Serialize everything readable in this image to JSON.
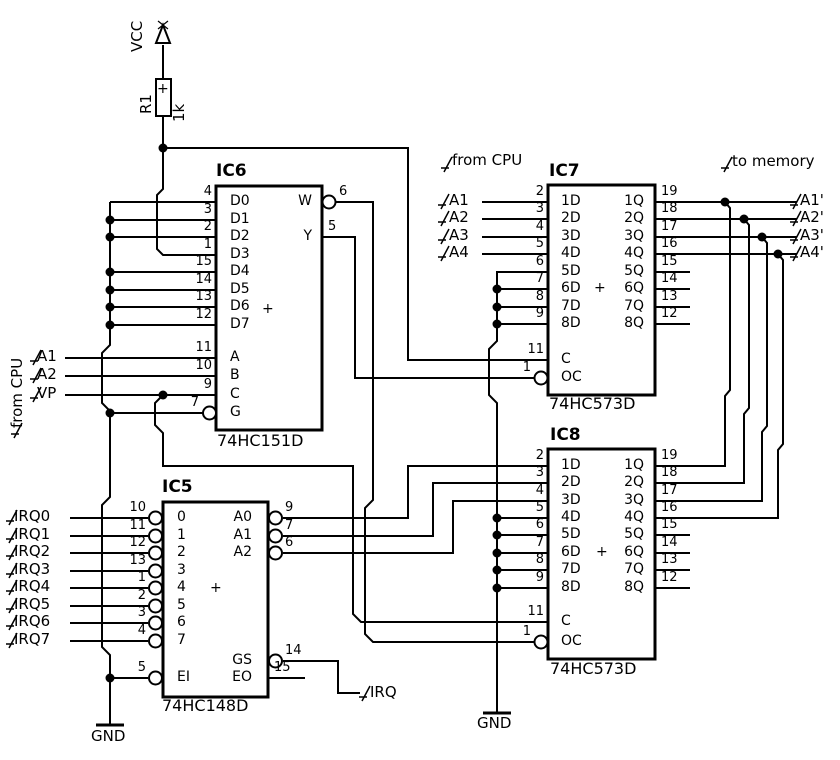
{
  "page": {
    "background": "#ffffff",
    "ink": "#000000"
  },
  "power": {
    "vcc": "VCC",
    "gnd_left": "GND",
    "gnd_middle": "GND",
    "resistor": {
      "ref": "R1",
      "value": "1k",
      "marker": "+"
    }
  },
  "annotations": {
    "from_cpu_side": "from CPU",
    "from_cpu_top": "from CPU",
    "to_memory": "to memory"
  },
  "nets": {
    "mux_select": [
      "A1",
      "A2",
      "VP"
    ],
    "irq_inputs": [
      "IRQ0",
      "IRQ1",
      "IRQ2",
      "IRQ3",
      "IRQ4",
      "IRQ5",
      "IRQ6",
      "IRQ7"
    ],
    "irq_output": "IRQ",
    "cpu_address": [
      "A1",
      "A2",
      "A3",
      "A4"
    ],
    "memory_address": [
      "A1'",
      "A2'",
      "A3'",
      "A4'"
    ]
  },
  "ics": {
    "ic6": {
      "designator": "IC6",
      "part": "74HC151D",
      "marker": "+",
      "left_pins": [
        {
          "num": "4",
          "name": "D0"
        },
        {
          "num": "3",
          "name": "D1"
        },
        {
          "num": "2",
          "name": "D2"
        },
        {
          "num": "1",
          "name": "D3"
        },
        {
          "num": "15",
          "name": "D4"
        },
        {
          "num": "14",
          "name": "D5"
        },
        {
          "num": "13",
          "name": "D6"
        },
        {
          "num": "12",
          "name": "D7"
        },
        {
          "num": "11",
          "name": "A"
        },
        {
          "num": "10",
          "name": "B"
        },
        {
          "num": "9",
          "name": "C"
        },
        {
          "num": "7",
          "name": "G",
          "inverted": true
        }
      ],
      "right_pins": [
        {
          "num": "6",
          "name": "W",
          "inverted": true
        },
        {
          "num": "5",
          "name": "Y"
        }
      ]
    },
    "ic7": {
      "designator": "IC7",
      "part": "74HC573D",
      "marker": "+",
      "left_pins": [
        {
          "num": "2",
          "name": "1D"
        },
        {
          "num": "3",
          "name": "2D"
        },
        {
          "num": "4",
          "name": "3D"
        },
        {
          "num": "5",
          "name": "4D"
        },
        {
          "num": "6",
          "name": "5D"
        },
        {
          "num": "7",
          "name": "6D"
        },
        {
          "num": "8",
          "name": "7D"
        },
        {
          "num": "9",
          "name": "8D"
        },
        {
          "num": "11",
          "name": "C"
        },
        {
          "num": "1",
          "name": "OC",
          "inverted": true
        }
      ],
      "right_pins": [
        {
          "num": "19",
          "name": "1Q"
        },
        {
          "num": "18",
          "name": "2Q"
        },
        {
          "num": "17",
          "name": "3Q"
        },
        {
          "num": "16",
          "name": "4Q"
        },
        {
          "num": "15",
          "name": "5Q"
        },
        {
          "num": "14",
          "name": "6Q"
        },
        {
          "num": "13",
          "name": "7Q"
        },
        {
          "num": "12",
          "name": "8Q"
        }
      ]
    },
    "ic8": {
      "designator": "IC8",
      "part": "74HC573D",
      "marker": "+",
      "left_pins": [
        {
          "num": "2",
          "name": "1D"
        },
        {
          "num": "3",
          "name": "2D"
        },
        {
          "num": "4",
          "name": "3D"
        },
        {
          "num": "5",
          "name": "4D"
        },
        {
          "num": "6",
          "name": "5D"
        },
        {
          "num": "7",
          "name": "6D"
        },
        {
          "num": "8",
          "name": "7D"
        },
        {
          "num": "9",
          "name": "8D"
        },
        {
          "num": "11",
          "name": "C"
        },
        {
          "num": "1",
          "name": "OC",
          "inverted": true
        }
      ],
      "right_pins": [
        {
          "num": "19",
          "name": "1Q"
        },
        {
          "num": "18",
          "name": "2Q"
        },
        {
          "num": "17",
          "name": "3Q"
        },
        {
          "num": "16",
          "name": "4Q"
        },
        {
          "num": "15",
          "name": "5Q"
        },
        {
          "num": "14",
          "name": "6Q"
        },
        {
          "num": "13",
          "name": "7Q"
        },
        {
          "num": "12",
          "name": "8Q"
        }
      ]
    },
    "ic5": {
      "designator": "IC5",
      "part": "74HC148D",
      "marker": "+",
      "left_pins": [
        {
          "num": "10",
          "name": "0",
          "inverted": true
        },
        {
          "num": "11",
          "name": "1",
          "inverted": true
        },
        {
          "num": "12",
          "name": "2",
          "inverted": true
        },
        {
          "num": "13",
          "name": "3",
          "inverted": true
        },
        {
          "num": "1",
          "name": "4",
          "inverted": true
        },
        {
          "num": "2",
          "name": "5",
          "inverted": true
        },
        {
          "num": "3",
          "name": "6",
          "inverted": true
        },
        {
          "num": "4",
          "name": "7",
          "inverted": true
        },
        {
          "num": "5",
          "name": "EI",
          "inverted": true
        }
      ],
      "right_pins": [
        {
          "num": "9",
          "name": "A0",
          "inverted": true
        },
        {
          "num": "7",
          "name": "A1",
          "inverted": true
        },
        {
          "num": "6",
          "name": "A2",
          "inverted": true
        },
        {
          "num": "14",
          "name": "GS",
          "inverted": true
        },
        {
          "num": "15",
          "name": "EO"
        }
      ]
    }
  }
}
